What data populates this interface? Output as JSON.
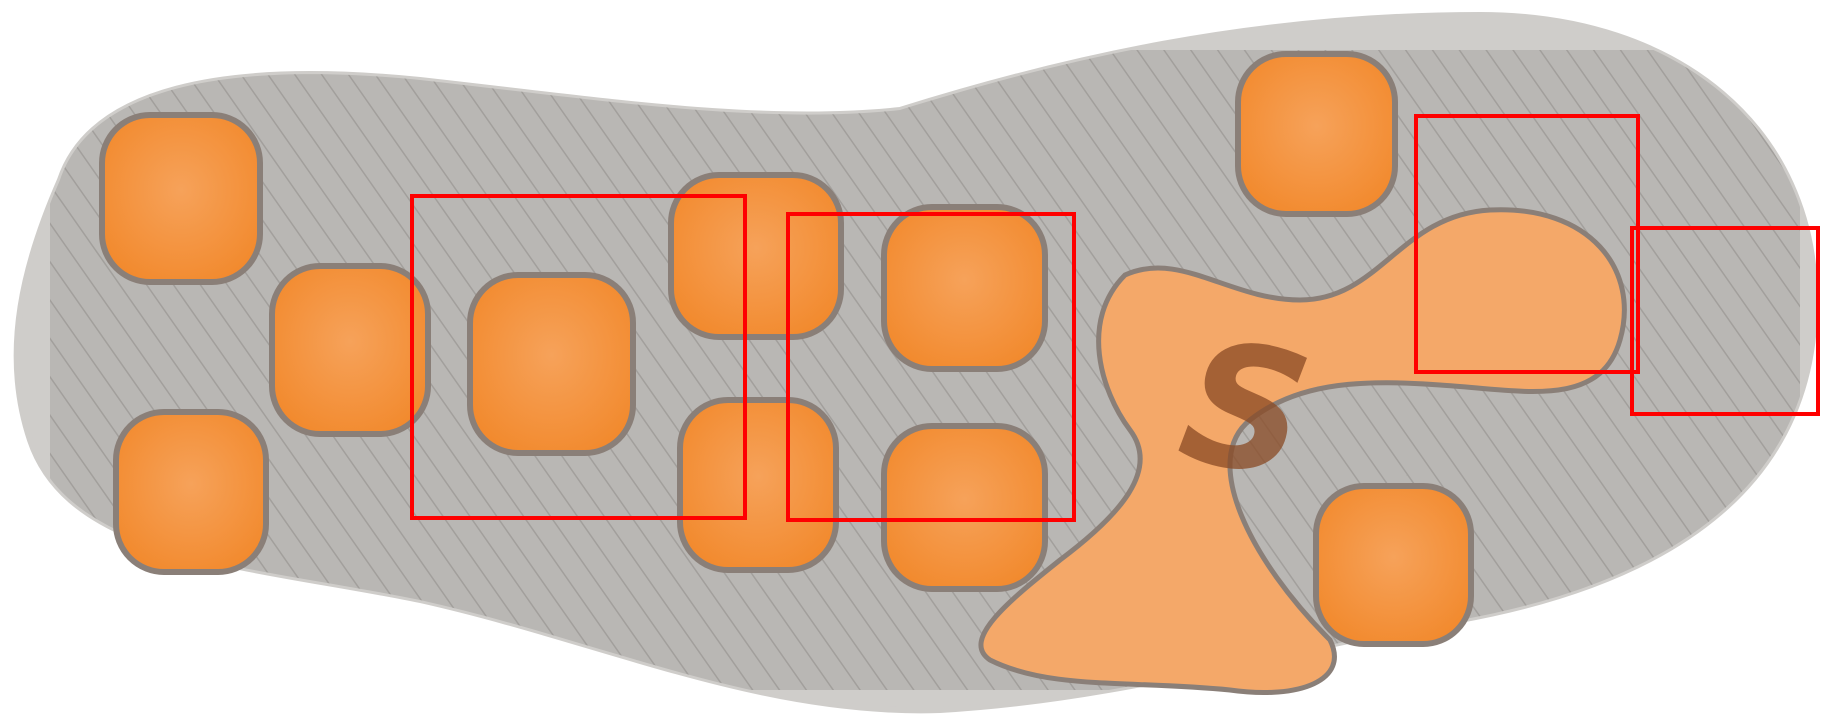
{
  "photo": {
    "subject": "shoe-outsole",
    "brand_mark": "S",
    "colors": {
      "background": "#ffffff",
      "sole_base": "#b9b7b4",
      "sole_rim": "#cfcdca",
      "groove": "#8f8c88",
      "pod_fill": "#f28a2e",
      "pod_light": "#f6a25a",
      "pod_border": "#8a7f78",
      "midsole_fill": "#f4a869",
      "logo": "#8a4a24",
      "annotation_stroke": "#ff0000"
    }
  },
  "annotations": {
    "count": 4,
    "stroke_color": "#ff0000"
  }
}
